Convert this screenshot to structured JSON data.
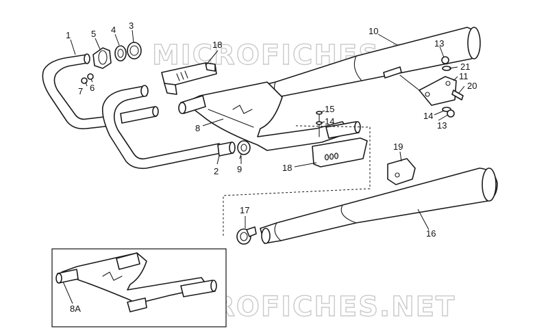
{
  "watermark": "MICROFICHES.NET",
  "callouts": {
    "c1": "1",
    "c2": "2",
    "c3": "3",
    "c4": "4",
    "c5": "5",
    "c6": "6",
    "c7": "7",
    "c8": "8",
    "c8a": "8A",
    "c9": "9",
    "c10": "10",
    "c11": "11",
    "c13a": "13",
    "c13b": "13",
    "c14a": "14",
    "c14b": "14",
    "c15": "15",
    "c16": "16",
    "c17": "17",
    "c18a": "18",
    "c18b": "18",
    "c19": "19",
    "c20": "20",
    "c21": "21"
  },
  "colors": {
    "line": "#1a1a1a",
    "watermark": "#c9c9c9",
    "background": "#ffffff"
  }
}
